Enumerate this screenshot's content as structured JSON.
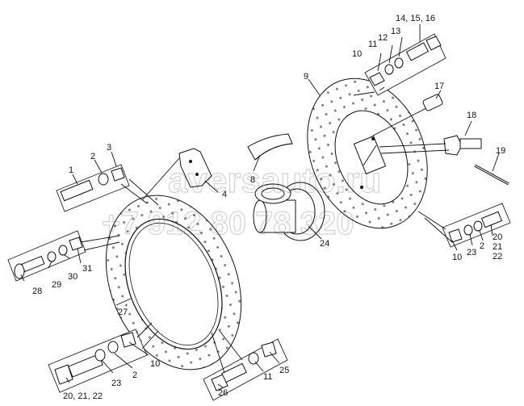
{
  "watermark": {
    "site": "aversauto.ru",
    "phone": "+7 912 80 78 320"
  },
  "labels": [
    {
      "id": "l1",
      "text": "1"
    },
    {
      "id": "l2",
      "text": "2"
    },
    {
      "id": "l3",
      "text": "3"
    },
    {
      "id": "l4",
      "text": "4"
    },
    {
      "id": "l8",
      "text": "8"
    },
    {
      "id": "l9",
      "text": "9"
    },
    {
      "id": "l10a",
      "text": "10"
    },
    {
      "id": "l11",
      "text": "11"
    },
    {
      "id": "l12",
      "text": "12"
    },
    {
      "id": "l13",
      "text": "13"
    },
    {
      "id": "l141516",
      "text": "14, 15, 16"
    },
    {
      "id": "l17",
      "text": "17"
    },
    {
      "id": "l18",
      "text": "18"
    },
    {
      "id": "l19",
      "text": "19"
    },
    {
      "id": "l24",
      "text": "24"
    },
    {
      "id": "l10b",
      "text": "10"
    },
    {
      "id": "l23a",
      "text": "23"
    },
    {
      "id": "l2b",
      "text": "2"
    },
    {
      "id": "l20a",
      "text": "20"
    },
    {
      "id": "l21a",
      "text": "21"
    },
    {
      "id": "l22a",
      "text": "22"
    },
    {
      "id": "l31",
      "text": "31"
    },
    {
      "id": "l30",
      "text": "30"
    },
    {
      "id": "l29",
      "text": "29"
    },
    {
      "id": "l28",
      "text": "28"
    },
    {
      "id": "l27",
      "text": "27"
    },
    {
      "id": "l10c",
      "text": "10"
    },
    {
      "id": "l2c",
      "text": "2"
    },
    {
      "id": "l23b",
      "text": "23"
    },
    {
      "id": "l202122",
      "text": "20, 21, 22"
    },
    {
      "id": "l26",
      "text": "26"
    },
    {
      "id": "l11b",
      "text": "11"
    },
    {
      "id": "l25",
      "text": "25"
    }
  ]
}
